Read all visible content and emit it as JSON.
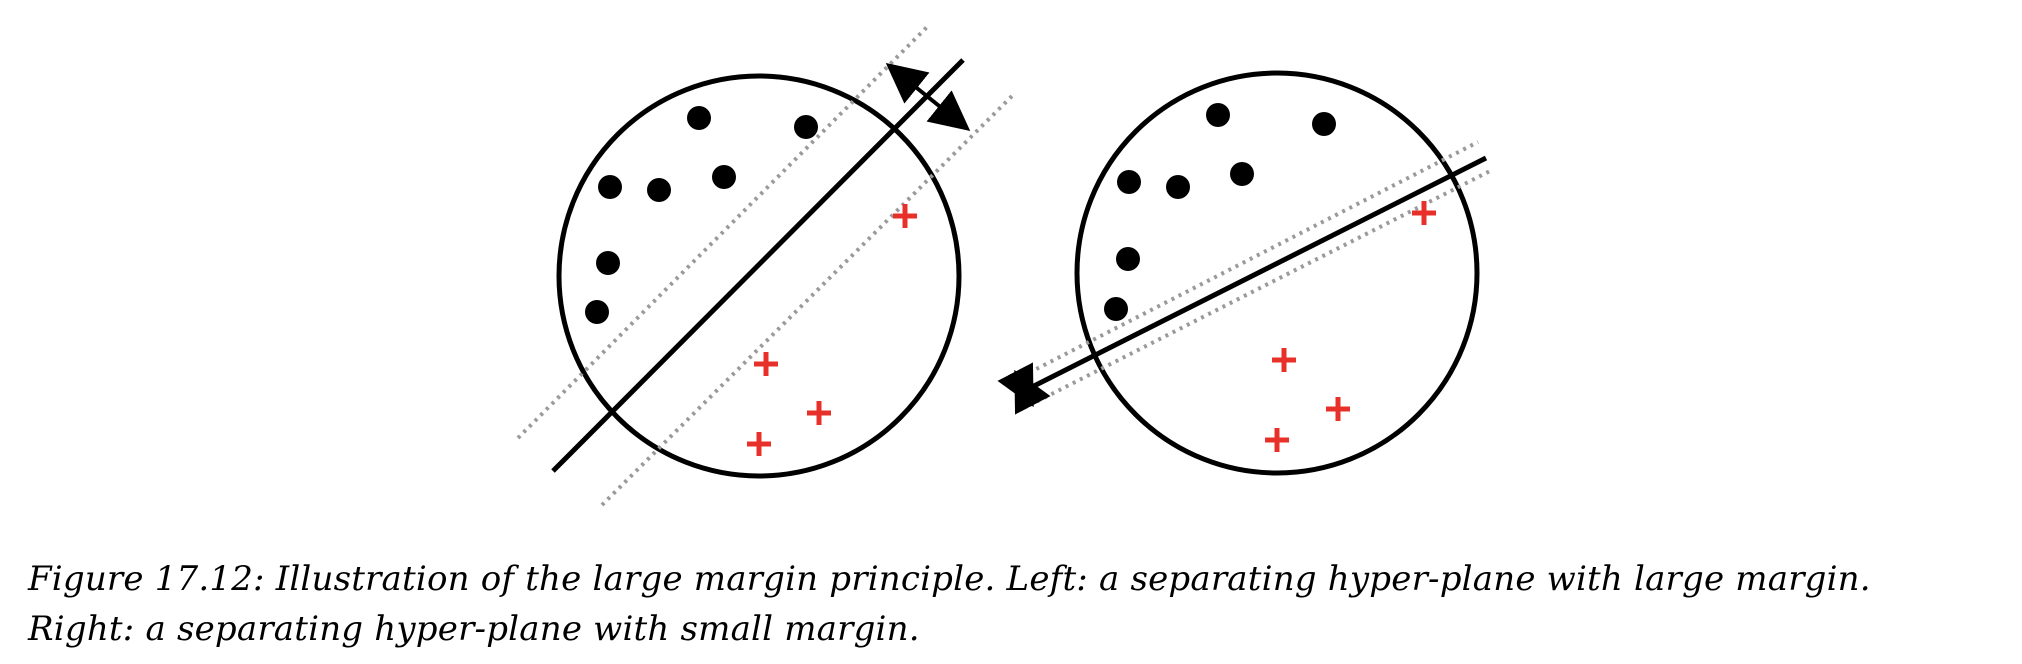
{
  "colors": {
    "negative_class": "#000000",
    "positive_class": "#e8302a",
    "margin_line": "#9a9a9a",
    "hyperplane": "#000000"
  },
  "panels": [
    {
      "id": "left",
      "margin": "large",
      "negative_count": 7,
      "positive_count": 4
    },
    {
      "id": "right",
      "margin": "small",
      "negative_count": 7,
      "positive_count": 4
    }
  ],
  "caption": {
    "line1": "Figure 17.12: Illustration of the large margin principle. Left: a separating hyper-plane with large margin.",
    "line2": "Right: a separating hyper-plane with small margin."
  }
}
